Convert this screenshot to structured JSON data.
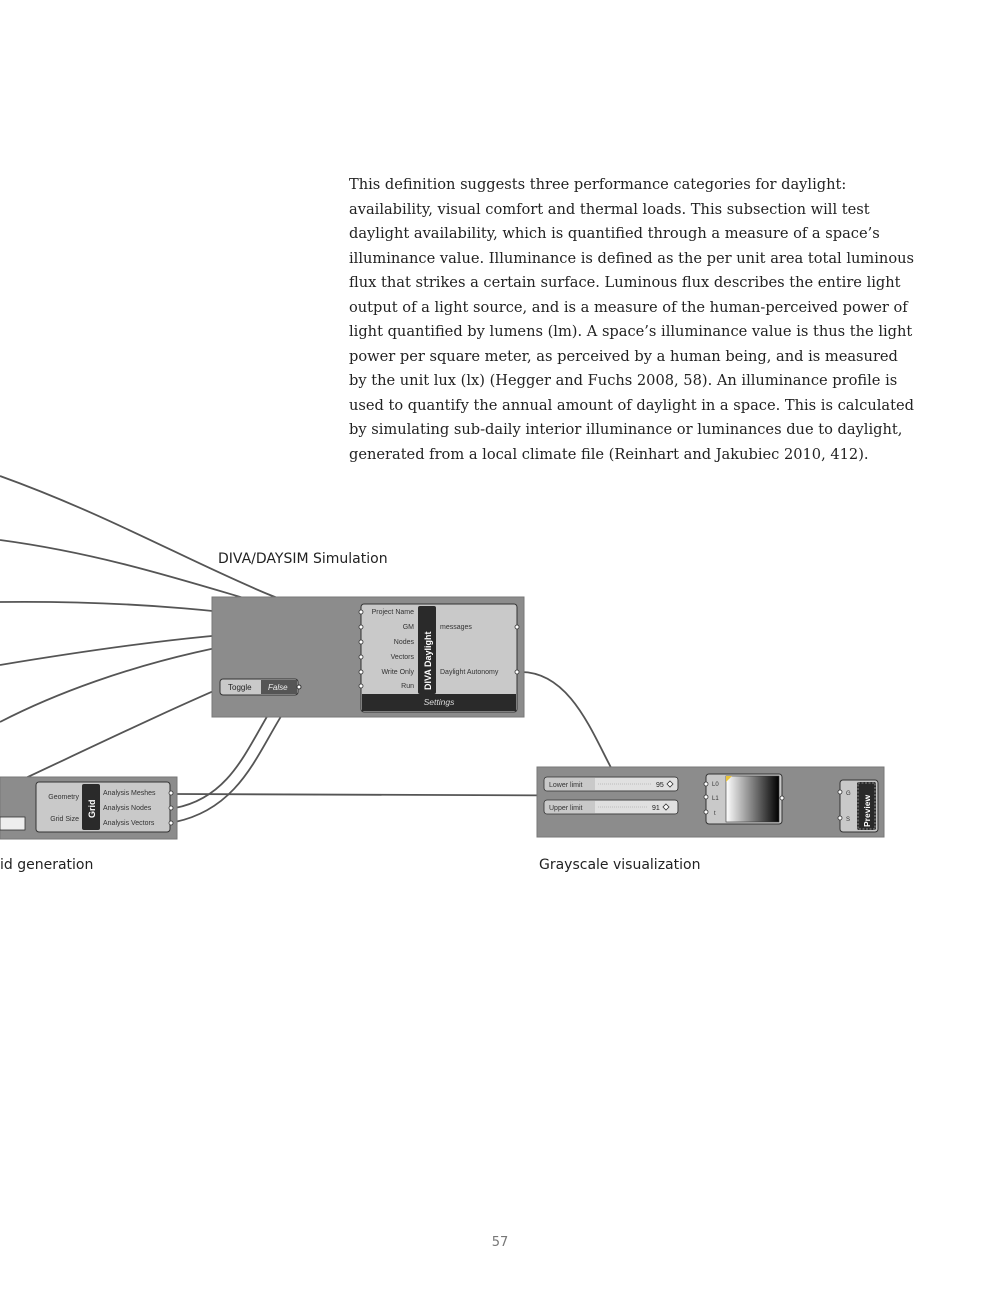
{
  "paragraph": {
    "lines": [
      "This definition suggests three performance categories for daylight:",
      "availability, visual comfort and thermal loads. This subsection will test",
      "daylight availability, which is quantified through a measure of a space’s",
      "illuminance value. Illuminance is defined as the per unit area total luminous",
      "flux that strikes a certain surface. Luminous flux describes the entire light",
      "output of a light source, and is a measure of the human-perceived power of",
      "light quantified by lumens (lm). A space’s illuminance value is thus the light",
      "power per square meter, as perceived by a human being, and is measured",
      "by the unit lux (lx) (Hegger and Fuchs 2008, 58). An illuminance profile is",
      "used to quantify the annual amount of daylight in a space. This is calculated",
      "by simulating sub-daily interior illuminance or luminances due to daylight,",
      "generated from a local climate file (Reinhart and Jakubiec 2010, 412)."
    ]
  },
  "captions": {
    "diva": "DIVA/DAYSIM Simulation",
    "grid": "id generation",
    "grayscale": "Grayscale visualization"
  },
  "diva_component": {
    "title": "DIVA Daylight",
    "inputs": [
      "Project Name",
      "GM",
      "Nodes",
      "Vectors",
      "Write Only",
      "Run"
    ],
    "outputs": [
      "messages",
      "Daylight Autonomy"
    ],
    "settings_label": "Settings"
  },
  "toggle": {
    "label": "Toggle",
    "value": "False"
  },
  "grid_component": {
    "title": "Grid",
    "inputs": [
      "Geometry",
      "Grid Size"
    ],
    "outputs": [
      "Analysis Meshes",
      "Analysis Nodes",
      "Analysis Vectors"
    ]
  },
  "sliders": [
    {
      "label": "Lower limit",
      "value": "95"
    },
    {
      "label": "Upper limit",
      "value": "91"
    }
  ],
  "gradient": {
    "inputs": [
      "L0",
      "L1",
      "t"
    ],
    "colors": {
      "start": "#ffffff",
      "end": "#000000"
    }
  },
  "preview_component": {
    "title": "Preview",
    "inputs": [
      "G",
      "S"
    ]
  },
  "colors": {
    "group_bg": "#8c8c8c",
    "component_bg": "#c9c9c9",
    "component_dark": "#2a2a2a",
    "wire": "#555555"
  },
  "page_number": "57"
}
